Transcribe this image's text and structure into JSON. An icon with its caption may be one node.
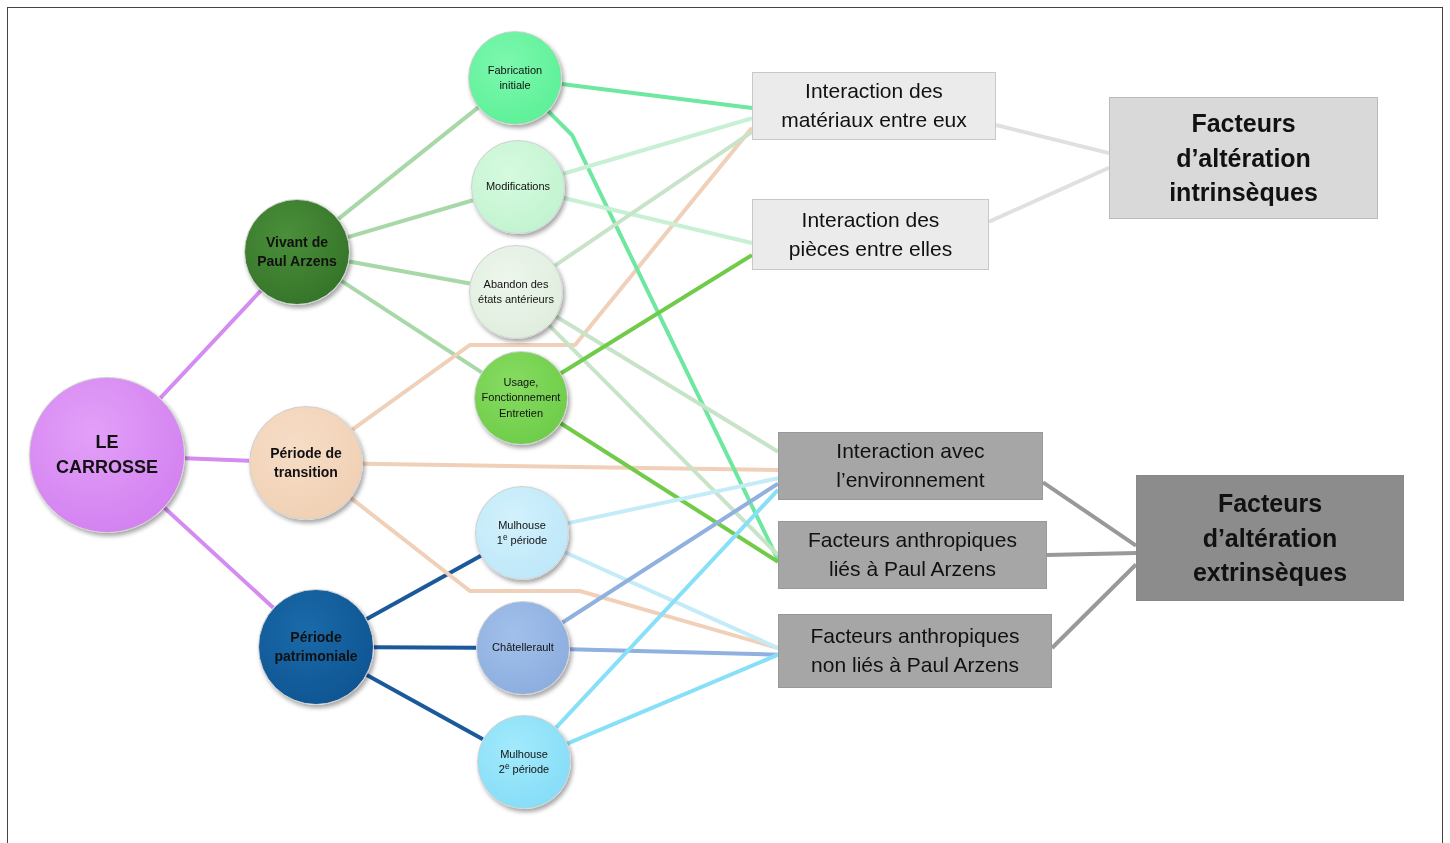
{
  "diagram": {
    "nodes": [
      {
        "text": [
          "LE CARROSSE"
        ]
      },
      {
        "text": [
          "Vivant de Paul Arzens"
        ]
      },
      {
        "text": [
          "Période de transition"
        ]
      },
      {
        "text": [
          "Période patrimoniale"
        ]
      },
      {
        "text": [
          "Fabrication initiale"
        ]
      },
      {
        "text": [
          "Modifications"
        ]
      },
      {
        "text": [
          "Abandon des états antérieurs"
        ]
      },
      {
        "text": [
          "Usage, Fonctionnement Entretien"
        ]
      },
      {
        "text": [
          "Mulhouse 1$^{e}$ période"
        ]
      },
      {
        "text": [
          "Châtellerault"
        ]
      },
      {
        "text": [
          "Mulhouse 2$^{e}$ période"
        ]
      },
      {
        "text": [
          "Interaction des matériaux entre eux"
        ]
      },
      {
        "text": [
          "Interaction des pièces entre elles"
        ]
      },
      {
        "text": [
          "Interaction avec l’environnement"
        ]
      },
      {
        "text": [
          "Facteurs anthropiques liés à Paul Arzens"
        ]
      },
      {
        "text": [
          "Facteurs anthropiques non liés à Paul Arzens"
        ]
      },
      {
        "text": [
          "Facteurs d’altération intrinsèques"
        ]
      },
      {
        "text": [
          "Facteurs d’altération extrinsèques"
        ]
      }
    ],
    "edges": [
      {
        "from": 0,
        "to": 1,
        "arrow": "none",
        "color": "#d58cf0"
      },
      {
        "from": 0,
        "to": 2,
        "arrow": "none",
        "color": "#d58cf0"
      },
      {
        "from": 0,
        "to": 3,
        "arrow": "none",
        "color": "#d58cf0"
      },
      {
        "from": 1,
        "to": 4,
        "arrow": "none",
        "color": "#a8d8a8"
      },
      {
        "from": 1,
        "to": 5,
        "arrow": "none",
        "color": "#a8d8a8"
      },
      {
        "from": 1,
        "to": 6,
        "arrow": "none",
        "color": "#a8d8a8"
      },
      {
        "from": 1,
        "to": 7,
        "arrow": "none",
        "color": "#a8d8a8"
      },
      {
        "from": 3,
        "to": 8,
        "arrow": "none",
        "color": "#1a5a9a"
      },
      {
        "from": 3,
        "to": 9,
        "arrow": "none",
        "color": "#1a5a9a"
      },
      {
        "from": 3,
        "to": 10,
        "arrow": "none",
        "color": "#1a5a9a"
      },
      {
        "from": 2,
        "to": 11,
        "arrow": "none",
        "color": "#f0d0b8"
      },
      {
        "from": 2,
        "to": 13,
        "arrow": "none",
        "color": "#f0d0b8"
      },
      {
        "from": 2,
        "to": 15,
        "arrow": "none",
        "color": "#f0d0b8"
      },
      {
        "from": 4,
        "to": 11,
        "arrow": "none",
        "color": "#6ee8a0"
      },
      {
        "from": 4,
        "to": 14,
        "arrow": "none",
        "color": "#6ee8a0"
      },
      {
        "from": 5,
        "to": 11,
        "arrow": "none",
        "color": "#c8f0d4"
      },
      {
        "from": 5,
        "to": 12,
        "arrow": "none",
        "color": "#c8f0d4"
      },
      {
        "from": 6,
        "to": 11,
        "arrow": "none",
        "color": "#c8e4c8"
      },
      {
        "from": 6,
        "to": 13,
        "arrow": "none",
        "color": "#c8e4c8"
      },
      {
        "from": 6,
        "to": 14,
        "arrow": "none",
        "color": "#c8e4c8"
      },
      {
        "from": 7,
        "to": 12,
        "arrow": "none",
        "color": "#70cc48"
      },
      {
        "from": 7,
        "to": 14,
        "arrow": "none",
        "color": "#70cc48"
      },
      {
        "from": 8,
        "to": 13,
        "arrow": "none",
        "color": "#c4ecf8"
      },
      {
        "from": 8,
        "to": 15,
        "arrow": "none",
        "color": "#c4ecf8"
      },
      {
        "from": 9,
        "to": 13,
        "arrow": "none",
        "color": "#90b0e0"
      },
      {
        "from": 9,
        "to": 15,
        "arrow": "none",
        "color": "#90b0e0"
      },
      {
        "from": 10,
        "to": 13,
        "arrow": "none",
        "color": "#88e0f8"
      },
      {
        "from": 10,
        "to": 15,
        "arrow": "none",
        "color": "#88e0f8"
      },
      {
        "from": 11,
        "to": 16,
        "arrow": "none",
        "color": "#e0e0e0"
      },
      {
        "from": 12,
        "to": 16,
        "arrow": "none",
        "color": "#e0e0e0"
      },
      {
        "from": 13,
        "to": 17,
        "arrow": "none",
        "color": "#999999"
      },
      {
        "from": 14,
        "to": 17,
        "arrow": "none",
        "color": "#999999"
      },
      {
        "from": 15,
        "to": 17,
        "arrow": "none",
        "color": "#999999"
      }
    ]
  }
}
